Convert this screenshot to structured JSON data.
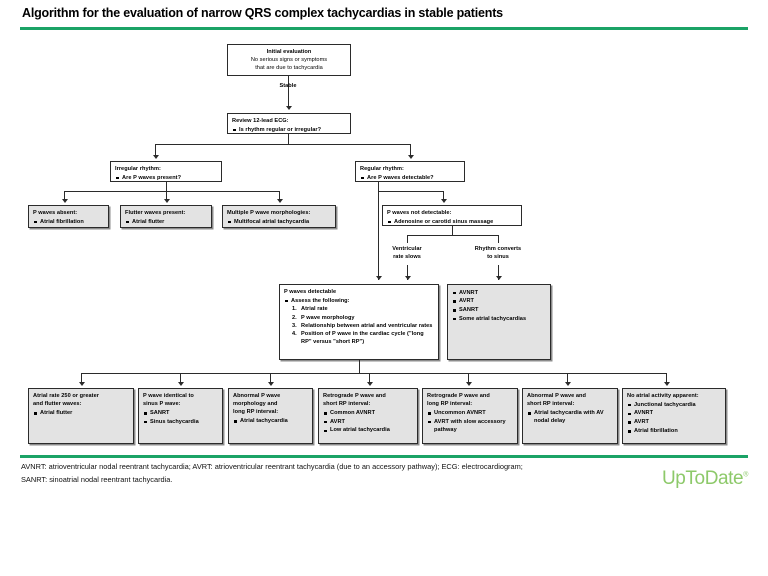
{
  "header": {
    "title": "Algorithm for the evaluation of narrow QRS complex tachycardias in stable patients",
    "rule_color": "#1ba366"
  },
  "nodes": {
    "initial": {
      "heading": "Initial evaluation",
      "line1": "No serious signs or symptoms",
      "line2": "that are due to tachycardia"
    },
    "ecg": {
      "heading": "Review 12-lead ECG:",
      "bullets": [
        "Is rhythm regular or irregular?"
      ]
    },
    "irregular": {
      "heading": "Irregular rhythm:",
      "bullets": [
        "Are P waves present?"
      ]
    },
    "regular": {
      "heading": "Regular rhythm:",
      "bullets": [
        "Are P waves detectable?"
      ]
    },
    "p_absent": {
      "heading": "P waves absent:",
      "bullets": [
        "Atrial fibrillation"
      ]
    },
    "flutter": {
      "heading": "Flutter waves present:",
      "bullets": [
        "Atrial flutter"
      ]
    },
    "multiple_p": {
      "heading": "Multiple P wave morphologies:",
      "bullets": [
        "Multifocal atrial tachycardia"
      ]
    },
    "p_not_detectable": {
      "heading": "P waves not detectable:",
      "bullets": [
        "Adenosine or carotid sinus massage"
      ]
    },
    "p_detectable": {
      "heading": "P waves detectable",
      "bullets": [
        "Assess the following:"
      ],
      "numbered": [
        "Atrial rate",
        "P wave morphology",
        "Relationship between atrial and ventricular rates",
        "Position of P wave in the cardiac cycle (\"long RP\" versus \"short RP\")"
      ]
    },
    "converts": {
      "bullets": [
        "AVNRT",
        "AVRT",
        "SANRT",
        "Some atrial tachycardias"
      ]
    }
  },
  "edge_labels": {
    "stable": "Stable",
    "vent_rate_slows_l1": "Ventricular",
    "vent_rate_slows_l2": "rate slows",
    "converts_l1": "Rhythm converts",
    "converts_l2": "to sinus"
  },
  "outcomes": [
    {
      "heading_lines": [
        "Atrial rate 250 or greater",
        "and flutter waves:"
      ],
      "bullets": [
        "Atrial flutter"
      ]
    },
    {
      "heading_lines": [
        "P wave identical to",
        "sinus P wave:"
      ],
      "bullets": [
        "SANRT",
        "Sinus tachycardia"
      ]
    },
    {
      "heading_lines": [
        "Abnormal P wave",
        "morphology and",
        "long RP interval:"
      ],
      "bullets": [
        "Atrial tachycardia"
      ]
    },
    {
      "heading_lines": [
        "Retrograde P wave and",
        "short RP interval:"
      ],
      "bullets": [
        "Common AVNRT",
        "AVRT",
        "Low atrial tachycardia"
      ]
    },
    {
      "heading_lines": [
        "Retrograde P wave and",
        "long RP interval:"
      ],
      "bullets": [
        "Uncommon AVNRT",
        "AVRT with slow accessory pathway"
      ]
    },
    {
      "heading_lines": [
        "Abnormal P wave and",
        "short RP interval:"
      ],
      "bullets": [
        "Atrial tachycardia with AV nodal delay"
      ]
    },
    {
      "heading_lines": [
        "No atrial activity apparent:"
      ],
      "bullets": [
        "Junctional tachycardia",
        "AVNRT",
        "AVRT",
        "Atrial fibrillation"
      ]
    }
  ],
  "footer": {
    "line1": "AVNRT: atrioventricular nodal reentrant tachycardia; AVRT: atrioventricular reentrant tachycardia (due to an accessory pathway); ECG: electrocardiogram;",
    "line2": "SANRT: sinoatrial nodal reentrant tachycardia.",
    "brand": "UpToDate",
    "brand_mark": "®",
    "brand_color": "#8dc96a"
  }
}
